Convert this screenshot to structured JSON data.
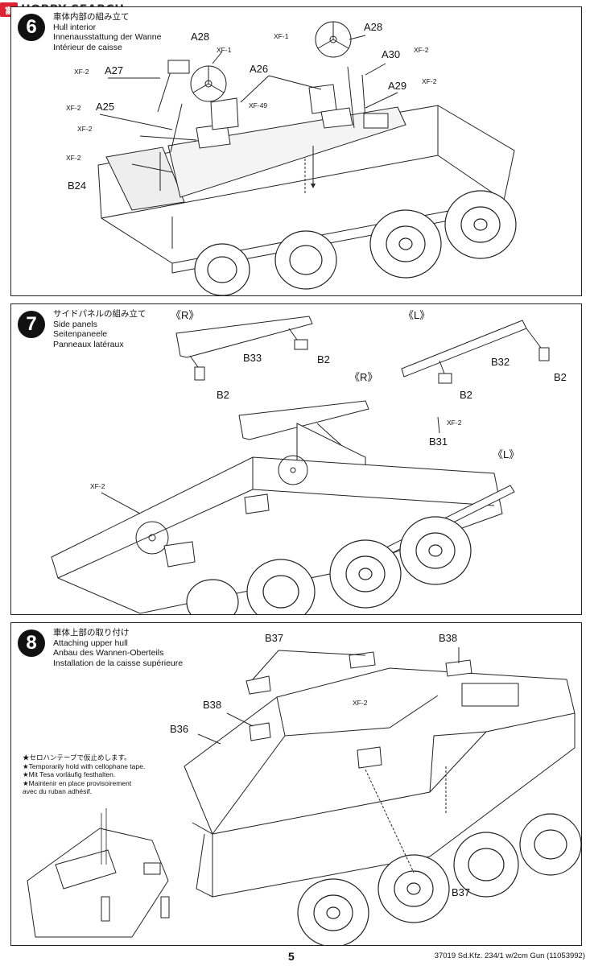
{
  "watermark": {
    "logo_text": "富",
    "text": "HOBBY SEARCH"
  },
  "steps": [
    {
      "number": "6",
      "titles": [
        "車体内部の組み立て",
        "Hull interior",
        "Innenausstattung der Wanne",
        "Intérieur de caisse"
      ],
      "parts": [
        "A28",
        "A28",
        "A26",
        "A27",
        "A30",
        "A29",
        "A25",
        "B24"
      ],
      "markers": [
        "XF-1",
        "XF-1",
        "XF-2",
        "XF-2",
        "XF-2",
        "XF-49",
        "XF-2",
        "XF-2",
        "XF-2"
      ]
    },
    {
      "number": "7",
      "titles": [
        "サイドパネルの組み立て",
        "Side panels",
        "Seitenpaneele",
        "Panneaux latéraux"
      ],
      "sides": [
        "《R》",
        "《L》",
        "《R》",
        "《L》"
      ],
      "parts": [
        "B33",
        "B2",
        "B2",
        "B32",
        "B2",
        "B2",
        "B31"
      ],
      "markers": [
        "XF-2",
        "XF-2"
      ]
    },
    {
      "number": "8",
      "titles": [
        "車体上部の取り付け",
        "Attaching upper hull",
        "Anbau des Wannen-Oberteils",
        "Installation de la caisse supérieure"
      ],
      "parts": [
        "B37",
        "B38",
        "B38",
        "B36",
        "B37"
      ],
      "markers": [
        "XF-2"
      ],
      "note": [
        "★セロハンテープで仮止めします。",
        "★Temporarily hold with cellophane tape.",
        "★Mit Tesa vorläufig festhalten.",
        "★Maintenir en place provisoirement",
        "avec du ruban adhésif."
      ]
    }
  ],
  "footer": {
    "page": "5",
    "code": "37019  Sd.Kfz. 234/1 w/2cm Gun (11053992)"
  }
}
